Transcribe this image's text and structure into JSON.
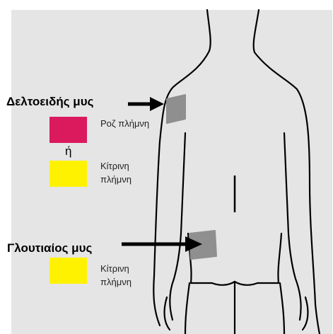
{
  "colors": {
    "background": "#e5e5e5",
    "outline": "#000000",
    "patch": "#8f8f8f",
    "pink": "#db1a5e",
    "yellow": "#fff200"
  },
  "deltoid": {
    "title": "Δελτοειδής μυς",
    "option1": {
      "label": "Ροζ πλήμνη",
      "swatch_color": "pink"
    },
    "separator": "ή",
    "option2": {
      "label": "Κίτρινη πλήμνη",
      "swatch_color": "yellow"
    }
  },
  "gluteal": {
    "title": "Γλουτιαίος μυς",
    "option1": {
      "label": "Κίτρινη πλήμνη",
      "swatch_color": "yellow"
    }
  },
  "icons": [
    "deltoid-arrow-icon",
    "gluteal-arrow-icon"
  ]
}
